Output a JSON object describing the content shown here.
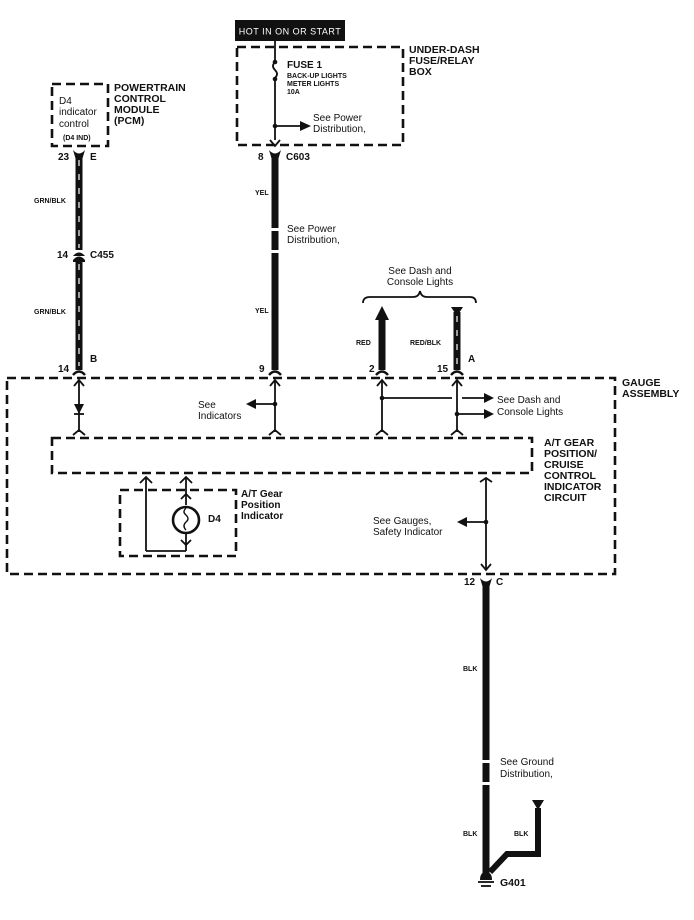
{
  "diagram": {
    "title": "A/T Gear Position / Cruise Control Indicator Circuit Wiring",
    "power_source_banner": "HOT IN ON OR START",
    "fuse_box": {
      "name_lines": [
        "UNDER-DASH",
        "FUSE/RELAY",
        "BOX"
      ],
      "fuse_name": "FUSE 1",
      "fuse_circuits": [
        "BACK-UP LIGHTS",
        "METER LIGHTS",
        "10A"
      ],
      "ref_lines": [
        "See Power",
        "Distribution,"
      ]
    },
    "pcm": {
      "name_lines": [
        "POWERTRAIN",
        "CONTROL",
        "MODULE",
        "(PCM)"
      ],
      "inner_lines": [
        "D4",
        "indicator",
        "control"
      ],
      "terminal_name": "(D4 IND)",
      "pin": "23",
      "connector_letter": "E"
    },
    "connectors": {
      "c603": {
        "pin": "8",
        "name": "C603"
      },
      "c455": {
        "pin": "14",
        "name": "C455"
      },
      "gauge_b": {
        "pin": "14",
        "letter": "B"
      },
      "gauge_9": {
        "pin": "9"
      },
      "gauge_2": {
        "pin": "2"
      },
      "gauge_a": {
        "pin": "15",
        "letter": "A"
      },
      "gauge_c": {
        "pin": "12",
        "letter": "C"
      }
    },
    "wires": {
      "pcm_upper": "GRN/BLK",
      "pcm_lower": "GRN/BLK",
      "yel_upper": "YEL",
      "yel_lower": "YEL",
      "red": "RED",
      "red_blk": "RED/BLK",
      "blk_upper": "BLK",
      "blk_lower": "BLK",
      "blk_branch": "BLK"
    },
    "references": {
      "yel_mid": [
        "See Power",
        "Distribution,"
      ],
      "dash_top": [
        "See Dash and",
        "Console Lights"
      ],
      "indicators": [
        "See",
        "Indicators"
      ],
      "dash_inner": [
        "See Dash and",
        "Console Lights"
      ],
      "gauges": [
        "See Gauges,",
        "Safety Indicator"
      ],
      "ground": [
        "See Ground",
        "Distribution,"
      ]
    },
    "gauge_assembly": {
      "name_lines": [
        "GAUGE",
        "ASSEMBLY"
      ]
    },
    "indicator_circuit": {
      "name_lines": [
        "A/T GEAR",
        "POSITION/",
        "CRUISE",
        "CONTROL",
        "INDICATOR",
        "CIRCUIT"
      ]
    },
    "gear_indicator": {
      "name_lines": [
        "A/T Gear",
        "Position",
        "Indicator"
      ],
      "bulb_label": "D4"
    },
    "ground": {
      "name": "G401"
    }
  }
}
